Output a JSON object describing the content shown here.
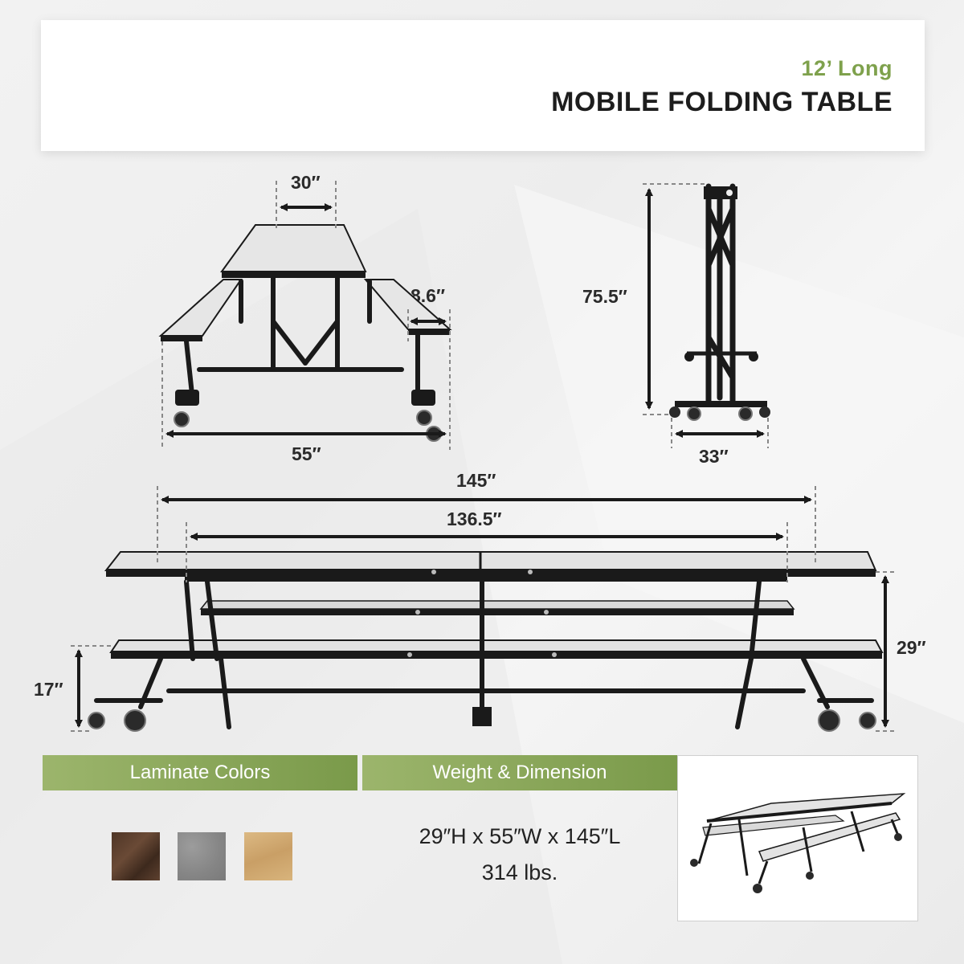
{
  "header": {
    "subtitle": "12’ Long",
    "title": "MOBILE FOLDING TABLE"
  },
  "dimensions": {
    "top_width": "30″",
    "bench_width": "8.6″",
    "overall_width": "55″",
    "folded_height": "75.5″",
    "folded_depth": "33″",
    "overall_length": "145″",
    "top_length": "136.5″",
    "table_height": "29″",
    "bench_height": "17″"
  },
  "sections": {
    "colors_label": "Laminate Colors",
    "weight_label": "Weight & Dimension"
  },
  "laminate_colors": [
    {
      "name": "walnut",
      "hex": "#4e3526"
    },
    {
      "name": "gray",
      "hex": "#8a8a8a"
    },
    {
      "name": "maple",
      "hex": "#d1ad76"
    }
  ],
  "specs": {
    "dimension": "29″H x 55″W x 145″L",
    "weight": "314 lbs."
  },
  "colors": {
    "accent": "#7ea14c",
    "frame": "#1a1a1a",
    "laminate": "#e3e3e3"
  }
}
